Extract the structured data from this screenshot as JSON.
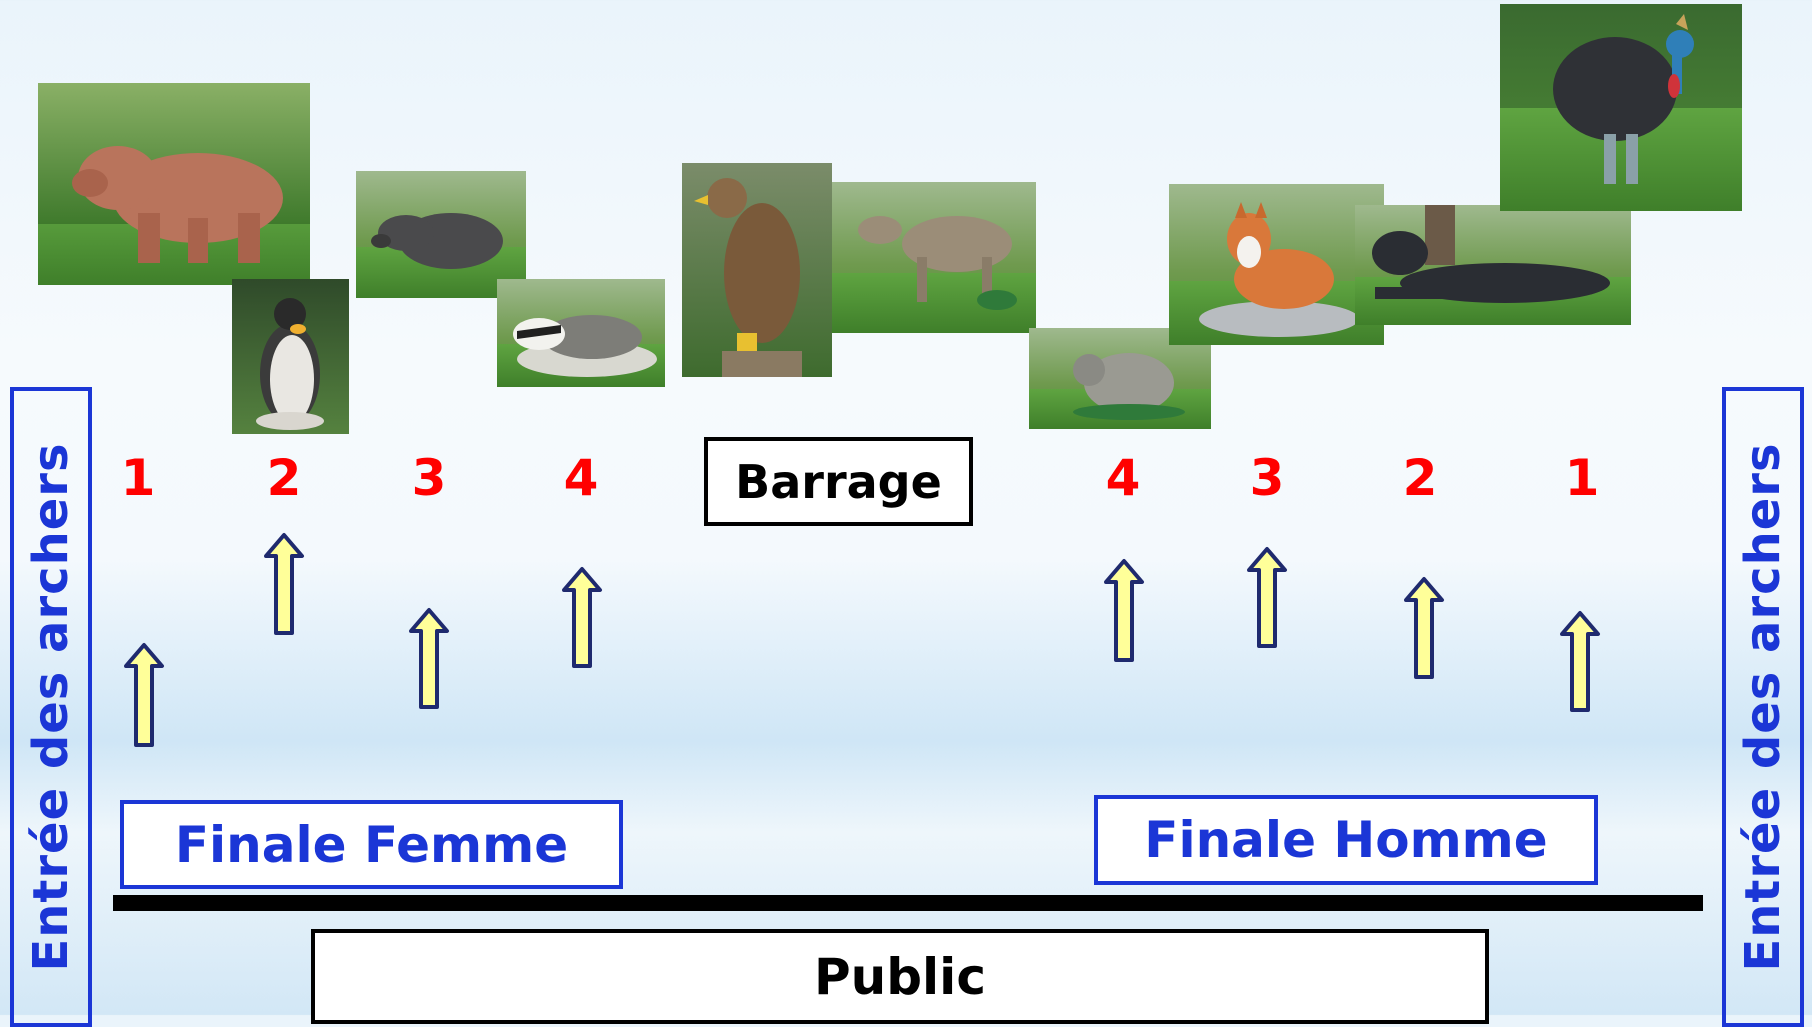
{
  "entrance": {
    "left_label": "Entrée des archers",
    "right_label": "Entrée des archers"
  },
  "barrage_label": "Barrage",
  "femme": {
    "label": "Finale Femme",
    "numbers": [
      "1",
      "2",
      "3",
      "4"
    ]
  },
  "homme": {
    "label": "Finale Homme",
    "numbers": [
      "4",
      "3",
      "2",
      "1"
    ]
  },
  "public_label": "Public",
  "photos": [
    "bear",
    "penguin",
    "boar",
    "badger",
    "eagle",
    "deer",
    "marmot",
    "fox",
    "panther",
    "cassowary"
  ],
  "colors": {
    "number_red": "#ff0000",
    "frame_blue": "#1b36d6",
    "arrow_fill": "#ffff99",
    "arrow_stroke": "#1f2a6e"
  }
}
